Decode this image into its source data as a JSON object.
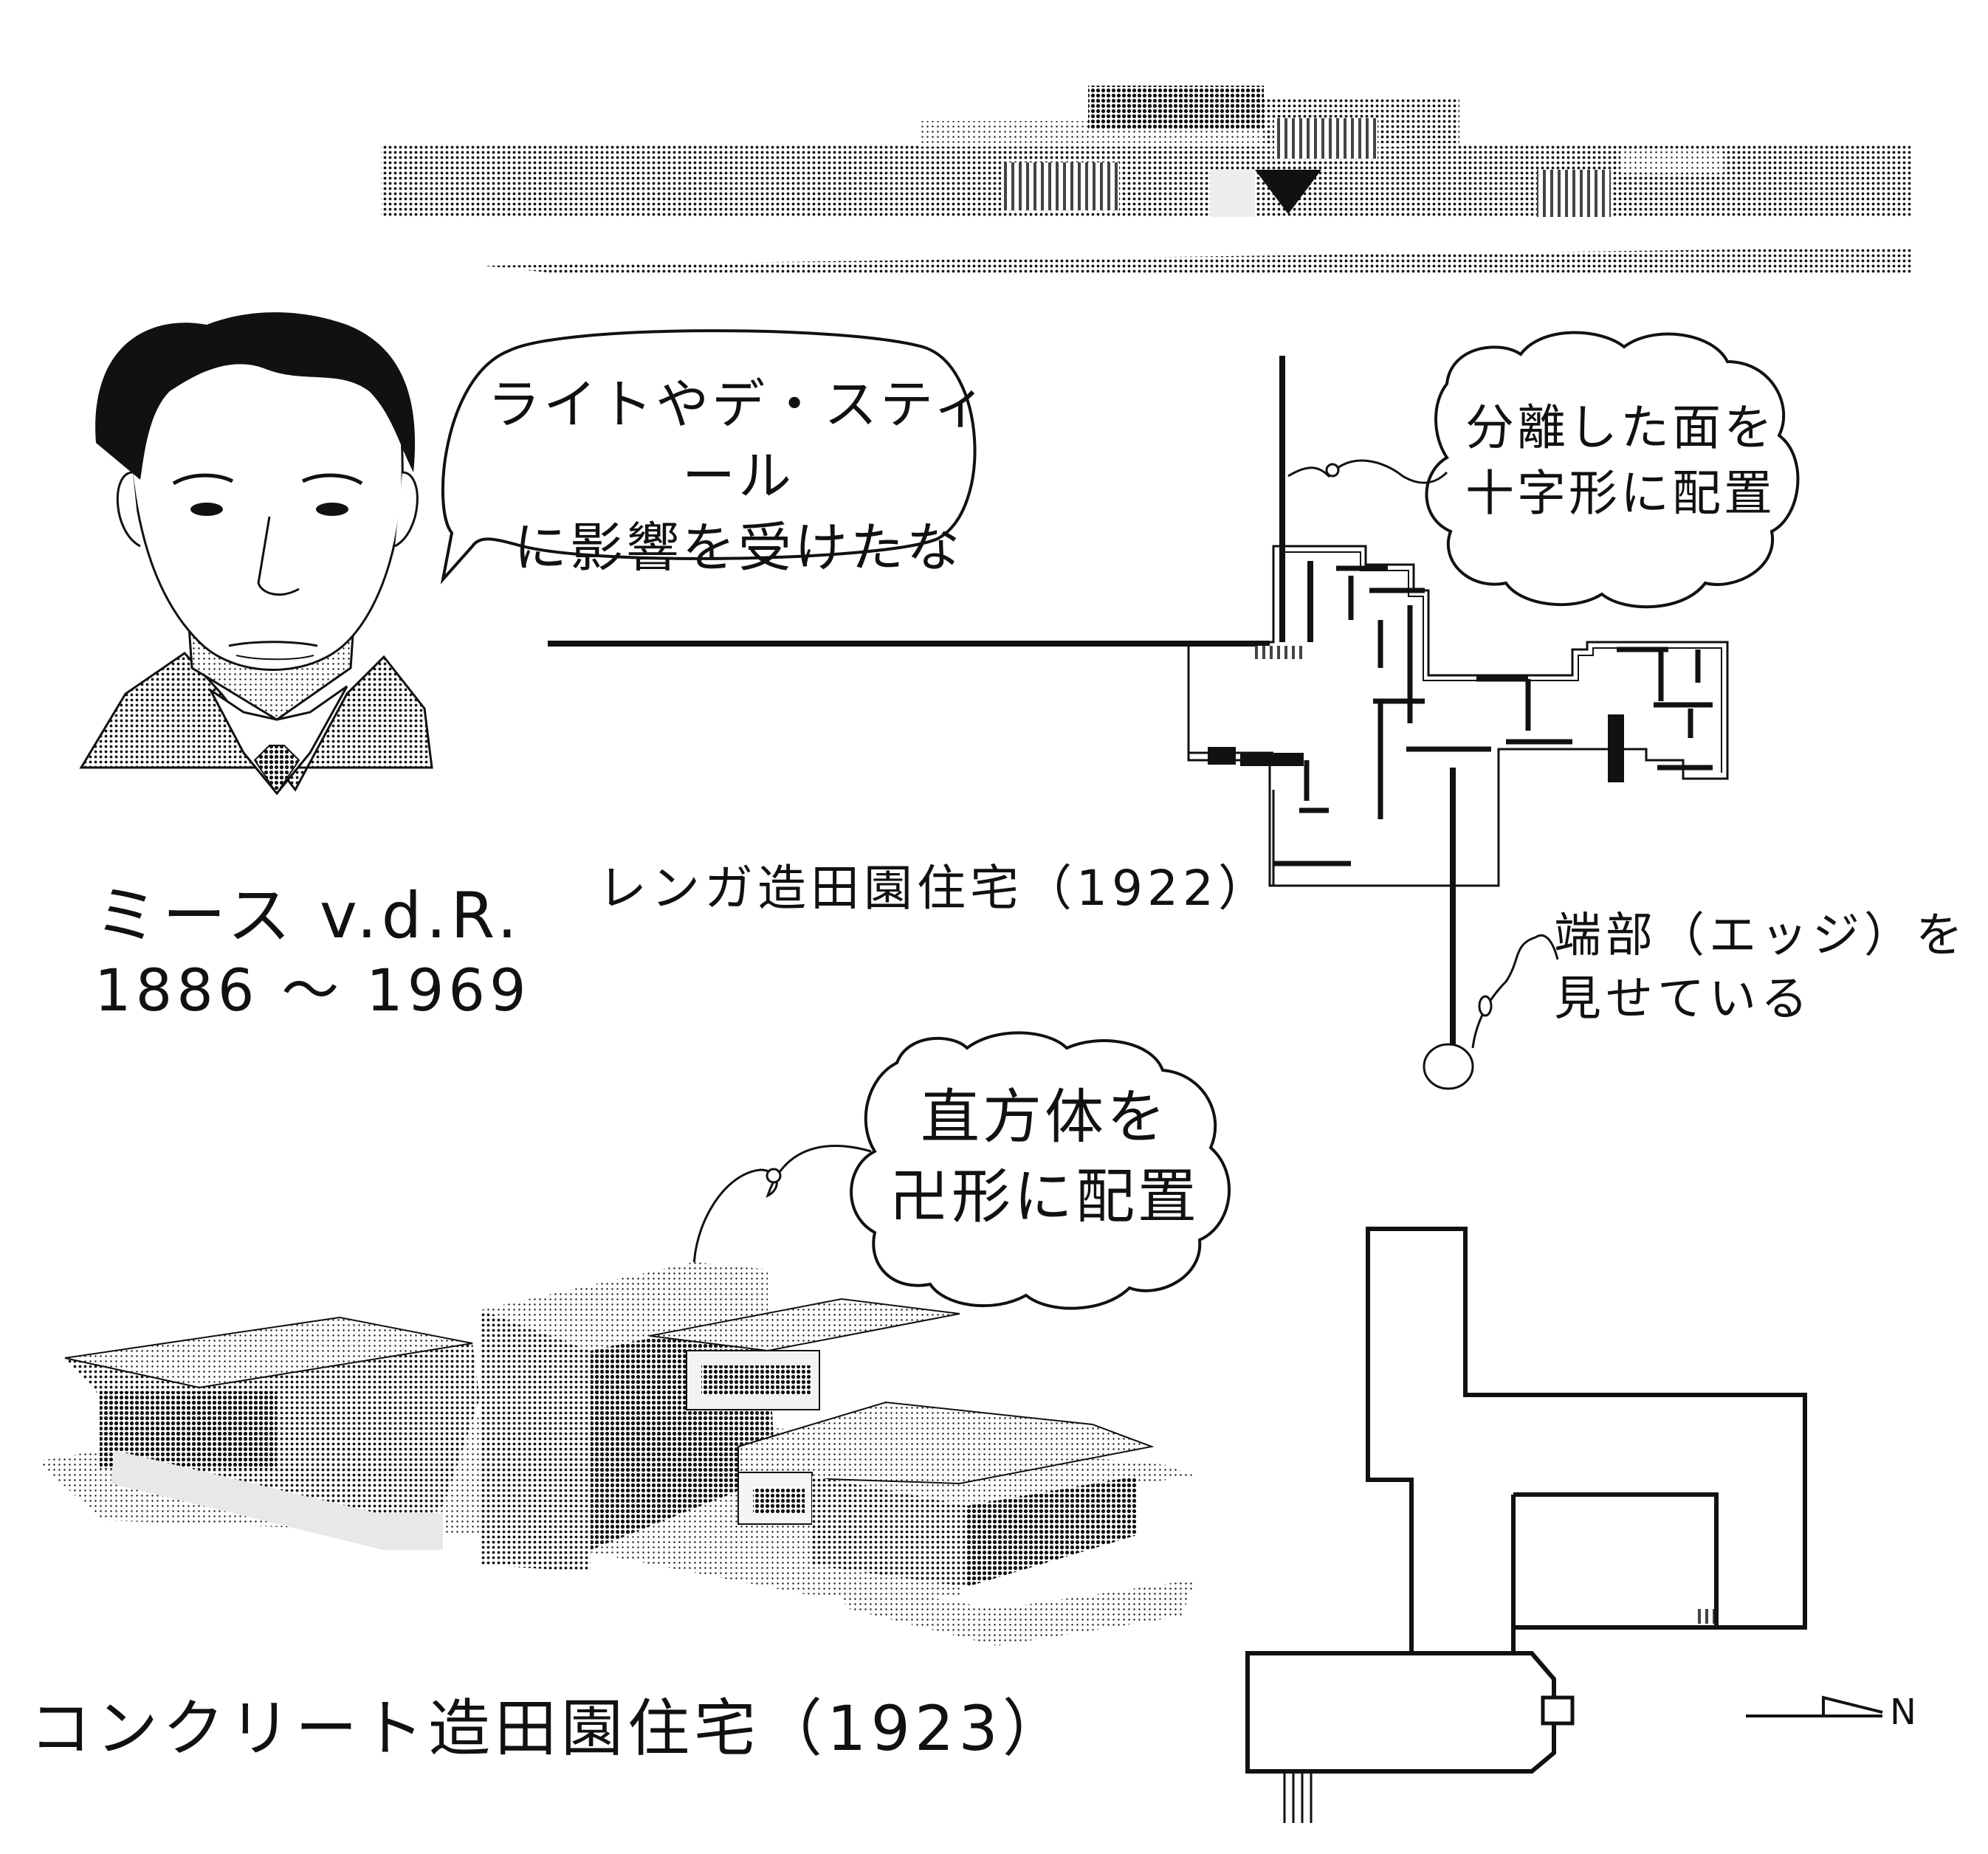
{
  "colors": {
    "ink": "#111111",
    "paper": "#ffffff",
    "halftone_dark": "#3a3a3a",
    "halftone_mid": "#8a8a8a",
    "halftone_light": "#c8c8c8"
  },
  "portrait": {
    "name": "ミース v.d.R.",
    "years": "1886 〜 1969"
  },
  "bubbles": {
    "influence": {
      "line1": "ライトやデ・スティール",
      "line2": "に影響を受けたな"
    },
    "cross": {
      "line1": "分離した面を",
      "line2": "十字形に配置"
    },
    "cube": {
      "line1": "直方体を",
      "line2": "卍形に配置"
    }
  },
  "brick_house": {
    "caption": "レンガ造田園住宅（1922）",
    "edge_note_line1": "端部（エッジ）を",
    "edge_note_line2": "見せている"
  },
  "concrete_house": {
    "caption": "コンクリート造田園住宅（1923）"
  },
  "north_mark": {
    "letter": "N"
  }
}
